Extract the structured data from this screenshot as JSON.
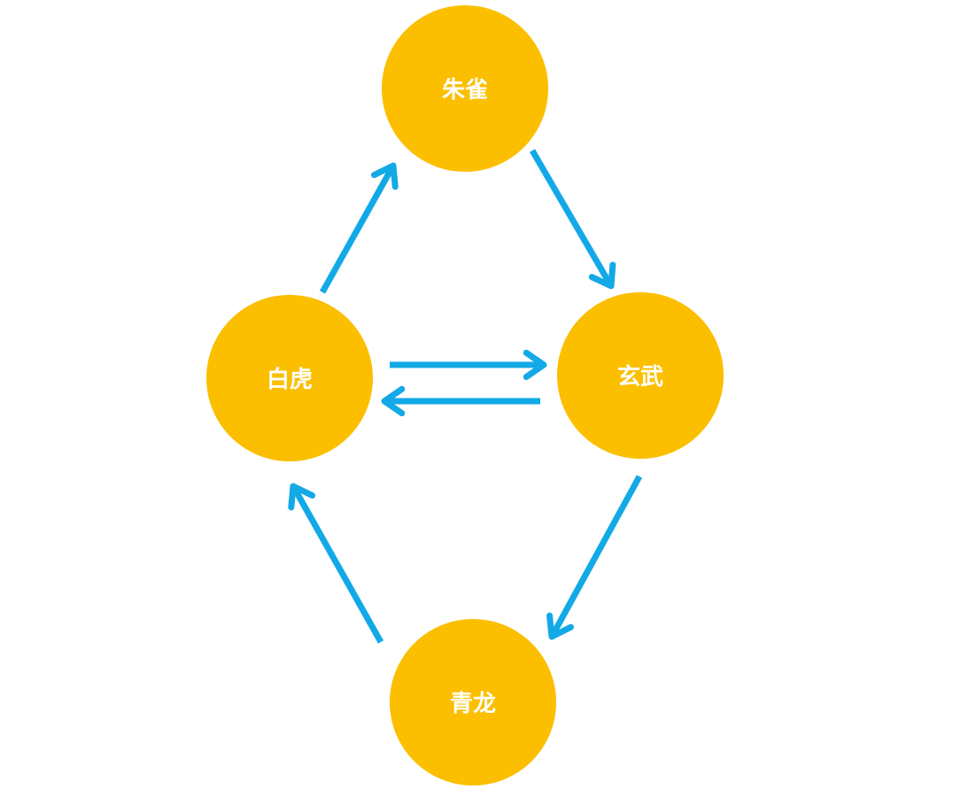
{
  "colors": {
    "background": "#ffffff",
    "node_fill": "#FBBF00",
    "node_text": "#ffffff",
    "arrow": "#12A9E6"
  },
  "nodes": [
    {
      "id": "zhuque",
      "label": "朱雀"
    },
    {
      "id": "baihu",
      "label": "白虎"
    },
    {
      "id": "xuanwu",
      "label": "玄武"
    },
    {
      "id": "qinglong",
      "label": "青龙"
    }
  ],
  "edges": [
    {
      "from": "baihu",
      "to": "zhuque"
    },
    {
      "from": "zhuque",
      "to": "xuanwu"
    },
    {
      "from": "baihu",
      "to": "xuanwu"
    },
    {
      "from": "xuanwu",
      "to": "baihu"
    },
    {
      "from": "xuanwu",
      "to": "qinglong"
    },
    {
      "from": "qinglong",
      "to": "baihu"
    }
  ]
}
